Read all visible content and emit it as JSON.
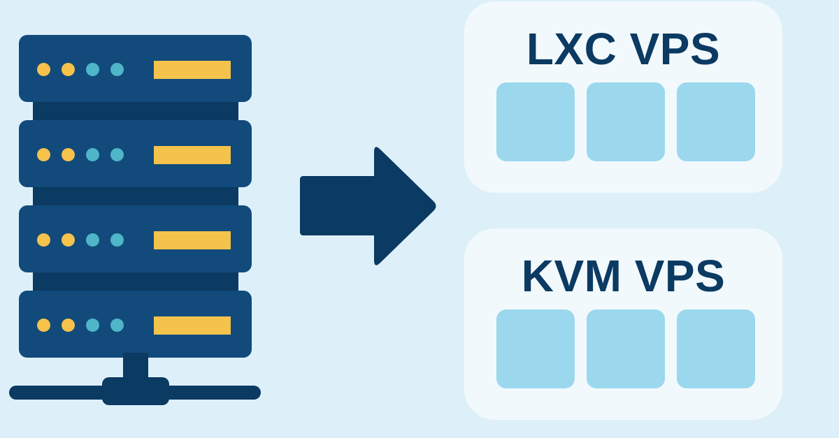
{
  "colors": {
    "background": "#ddf0fa",
    "server_dark": "#0b3a62",
    "server_unit": "#114a7b",
    "led_amber": "#f5c24c",
    "led_teal": "#4fb5c8",
    "card_bg": "#f2f9fd",
    "instance_block": "#9bd8ed",
    "arrow": "#0b3a62"
  },
  "server": {
    "icon": "server-rack-icon",
    "units": 4,
    "leds_per_unit": [
      "amber",
      "amber",
      "teal",
      "teal"
    ]
  },
  "arrow": {
    "icon": "right-arrow-icon"
  },
  "vps": [
    {
      "title": "LXC VPS",
      "instances": 3
    },
    {
      "title": "KVM VPS",
      "instances": 3
    }
  ]
}
